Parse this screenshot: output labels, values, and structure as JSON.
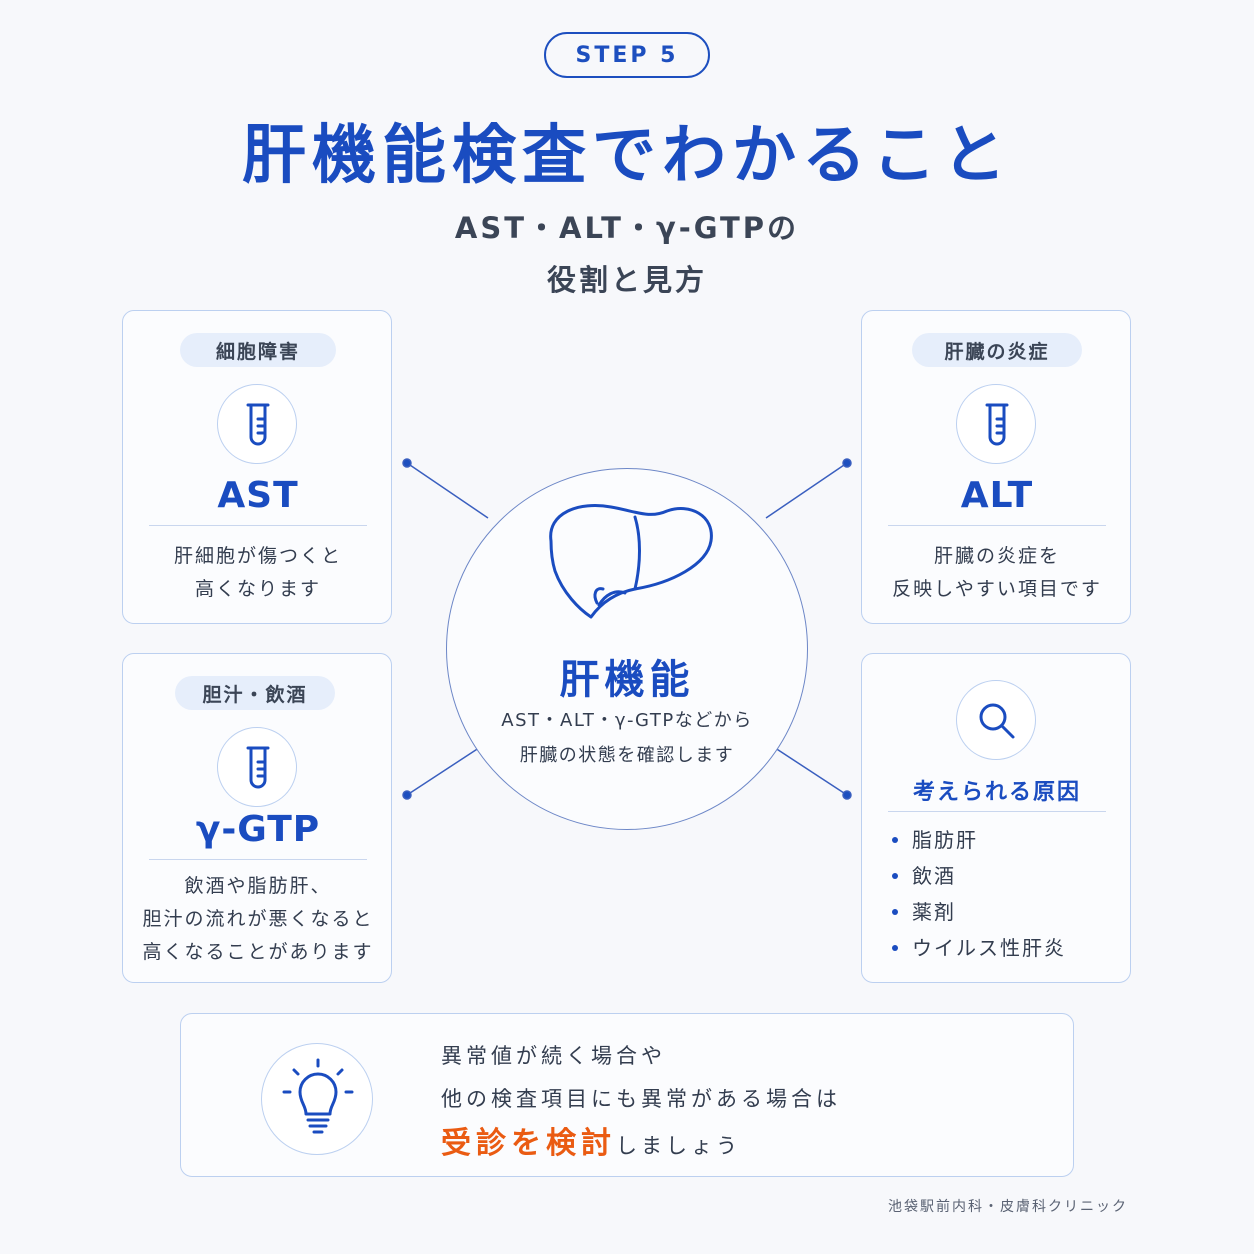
{
  "step_label": "STEP 5",
  "title": "肝機能検査でわかること",
  "subtitle_line1": "AST・ALT・γ-GTPの",
  "subtitle_line2": "役割と見方",
  "center": {
    "title": "肝機能",
    "line1": "AST・ALT・γ-GTPなどから",
    "line2": "肝臓の状態を確認します",
    "icon": "liver-icon"
  },
  "cards": {
    "ast": {
      "tag": "細胞障害",
      "name": "AST",
      "line1": "肝細胞が傷つくと",
      "line2": "高くなります",
      "icon": "test-tube-icon"
    },
    "alt": {
      "tag": "肝臓の炎症",
      "name": "ALT",
      "line1": "肝臓の炎症を",
      "line2": "反映しやすい項目です",
      "icon": "test-tube-icon"
    },
    "ggtp": {
      "tag": "胆汁・飲酒",
      "name": "γ-GTP",
      "line1": "飲酒や脂肪肝、",
      "line2": "胆汁の流れが悪くなると",
      "line3": "高くなることがあります",
      "icon": "test-tube-icon"
    }
  },
  "causes": {
    "heading": "考えられる原因",
    "icon": "search-icon",
    "items": [
      "脂肪肝",
      "飲酒",
      "薬剤",
      "ウイルス性肝炎"
    ]
  },
  "notice": {
    "line1": "異常値が続く場合や",
    "line2": "他の検査項目にも異常がある場合は",
    "emphasis": "受診を検討",
    "tail": "しましょう",
    "icon": "lightbulb-icon"
  },
  "footer": "池袋駅前内科・皮膚科クリニック",
  "colors": {
    "primary": "#1a4cc0",
    "accent": "#ea5b12",
    "border": "#bcd0f0",
    "background": "#f7f8fb"
  }
}
